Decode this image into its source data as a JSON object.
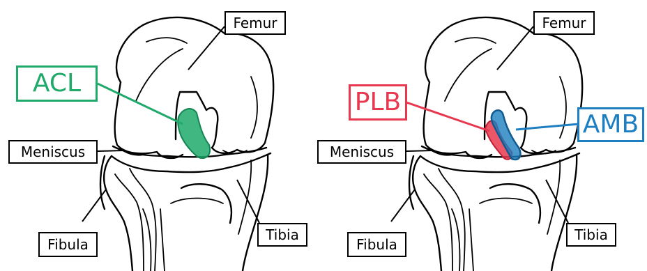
{
  "colors": {
    "acl": "#1faa6b",
    "plb": "#e8384f",
    "amb": "#1d7fc1",
    "outline": "#000000"
  },
  "left_panel": {
    "labels": {
      "femur": "Femur",
      "acl": "ACL",
      "meniscus": "Meniscus",
      "fibula": "Fibula",
      "tibia": "Tibia"
    }
  },
  "right_panel": {
    "labels": {
      "femur": "Femur",
      "plb": "PLB",
      "amb": "AMB",
      "meniscus": "Meniscus",
      "fibula": "Fibula",
      "tibia": "Tibia"
    }
  }
}
